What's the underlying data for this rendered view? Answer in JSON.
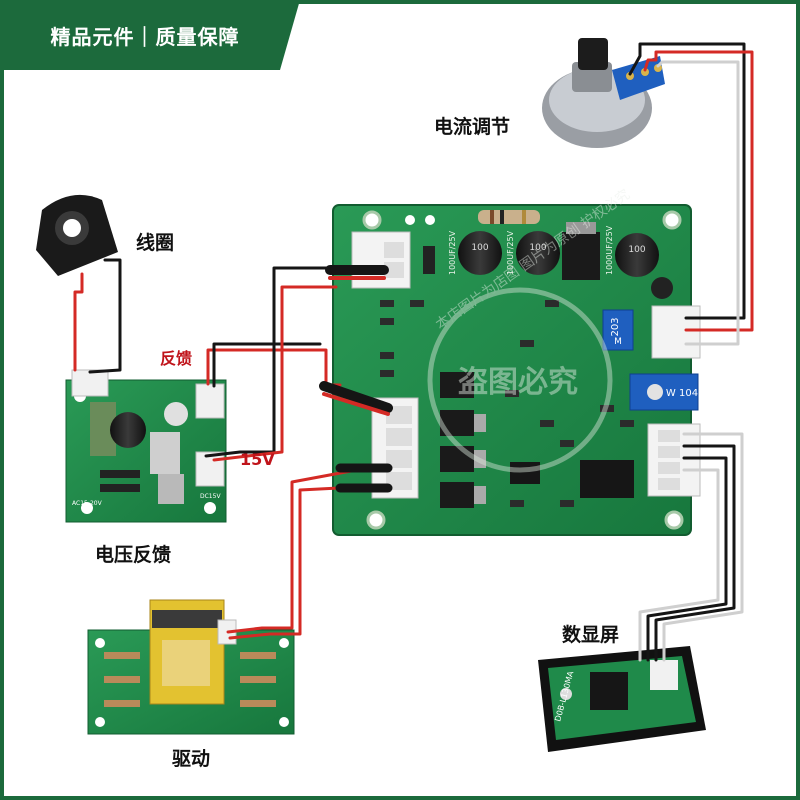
{
  "banner": {
    "text": "精品元件｜质量保障"
  },
  "labels": {
    "coil": "线圈",
    "feedback": "反馈",
    "voltage_15v": "15V",
    "voltage_feedback": "电压反馈",
    "current_adjust": "电流调节",
    "display": "数显屏",
    "drive": "驱动"
  },
  "watermark": {
    "main": "盗图必究",
    "ring": "本店图片为店图 图片为原创 护权必究"
  },
  "silkscreen": {
    "cap_1": "100UF/25V",
    "cap_2": "100UF/25V",
    "cap_3": "1000UF/25V",
    "cap_val": "100",
    "pot_big": "W 104",
    "pot_small": "203",
    "pot_small_m": "M",
    "small_board": "AC15-20V",
    "small_board_dc": "DC15V",
    "display_model": "D0B-L130MA"
  },
  "colors": {
    "banner_green": "#1c6a3c",
    "pcb_green": "#1f8a4a",
    "wire_red": "#d42a25",
    "wire_black": "#151515",
    "wire_white": "#dddddd",
    "label_red": "#c0141b"
  }
}
